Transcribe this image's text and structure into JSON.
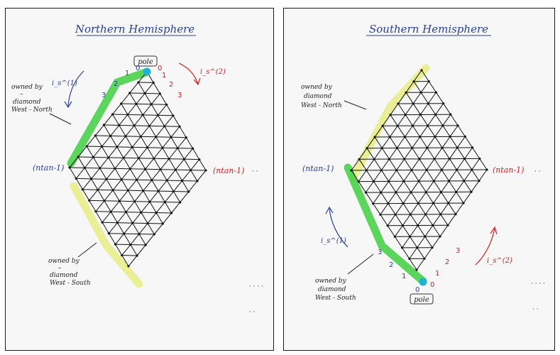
{
  "north": {
    "title": "Northern Hemisphere",
    "pole_label": "pole",
    "left_mark": "(ntan-1)",
    "right_mark": "(ntan-1)",
    "annotation_top_lines": [
      "owned by",
      "–",
      "diamond",
      "West - North"
    ],
    "annotation_bottom_lines": [
      "owned by",
      "–",
      "diamond",
      "West - South"
    ],
    "blue_index": "i_s^(1)",
    "red_index": "i_s^(2)",
    "blue_numbers": [
      "0",
      "1",
      "2",
      "3"
    ],
    "red_numbers": [
      "0",
      "1",
      "2",
      "3"
    ]
  },
  "south": {
    "title": "Southern Hemisphere",
    "pole_label": "pole",
    "left_mark": "(ntan-1)",
    "right_mark": "(ntan-1)",
    "annotation_top_lines": [
      "owned by",
      "diamond",
      "West - North"
    ],
    "annotation_bottom_lines": [
      "owned by",
      "diamond",
      "West - South"
    ],
    "blue_index": "i_s^(1)",
    "red_index": "i_s^(2)",
    "blue_numbers": [
      "0",
      "1",
      "2",
      "3"
    ],
    "red_numbers": [
      "0",
      "1",
      "2",
      "3"
    ]
  },
  "colors": {
    "blue_ink": "#2a3f9a",
    "red_ink": "#d42020",
    "green_highlight": "#3fcf3f",
    "yellow_highlight": "#e8ec8a",
    "pole_marker": "#1fb3d6",
    "grid_ink": "#111111"
  }
}
